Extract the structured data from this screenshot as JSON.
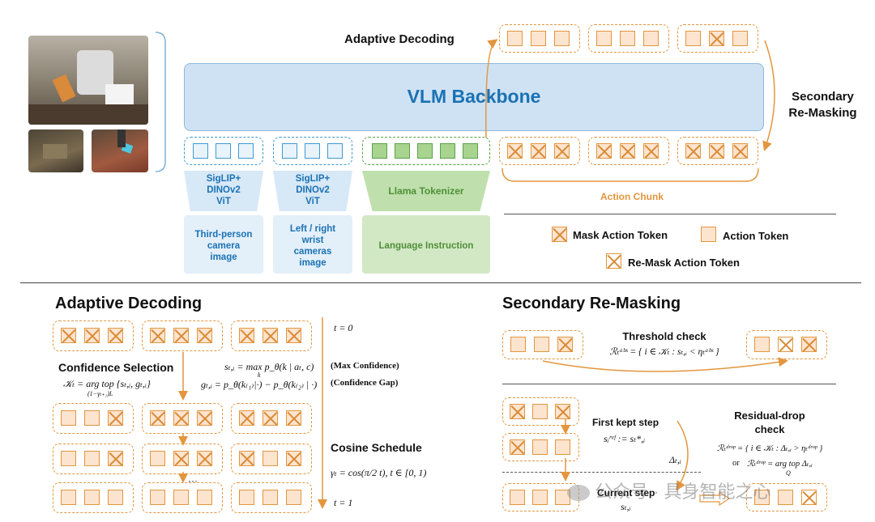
{
  "top": {
    "adaptive_decoding_label": "Adaptive Decoding",
    "vlm_backbone": "VLM Backbone",
    "secondary_remasking_line1": "Secondary",
    "secondary_remasking_line2": "Re-Masking",
    "action_chunk": "Action Chunk",
    "encoder_1": [
      "SigLIP+",
      "DINOv2",
      "ViT"
    ],
    "encoder_2": [
      "SigLIP+",
      "DINOv2",
      "ViT"
    ],
    "tokenizer": "Llama Tokenizer",
    "input_1": [
      "Third-person",
      "camera",
      "image"
    ],
    "input_2": [
      "Left / right",
      "wrist",
      "cameras",
      "image"
    ],
    "input_3": "Language Instruction",
    "legend": {
      "mask": "Mask Action Token",
      "action": "Action Token",
      "remask": "Re-Mask Action Token"
    }
  },
  "adaptive": {
    "title": "Adaptive Decoding",
    "t0": "t = 0",
    "t1": "t = 1",
    "confidence_selection": "Confidence Selection",
    "k_formula": "𝒦ₜ = arg top {sₜ,ᵢ, gₜ,ᵢ}",
    "k_sub": "(1−γₜ₊₁)L",
    "s_formula": "sₜ,ᵢ = max p_θ(k | aₜ, c)",
    "s_sub": "k",
    "g_formula": "gₜ,ᵢ = p_θ(k₍₁₎|·) − p_θ(k₍₂₎ | ·)",
    "max_conf": "(Max Confidence)",
    "conf_gap": "(Confidence Gap)",
    "cosine": "Cosine Schedule",
    "gamma_formula": "γₜ = cos(π/2 t),  t ∈ [0, 1)",
    "dots": "···"
  },
  "secondary": {
    "title": "Secondary Re-Masking",
    "threshold": "Threshold check",
    "threshold_formula": "ℛₜᵃᵇˢ = { i ∈ 𝒦ₜ : sₜ,ᵢ < ηₜᵃᵇˢ }",
    "first_kept": "First kept step",
    "sref_formula": "sᵢʳᵉᶠ := sₜ*,ᵢ",
    "delta": "Δₜ,ᵢ",
    "current_step": "Current step",
    "s_ti": "sₜ,ᵢ",
    "residual_line1": "Residual-drop",
    "residual_line2": "check",
    "rdrop_formula": "ℛₜᵈʳᵒᵖ = { i ∈ 𝒦ₜ : Δₜ,ᵢ > ηₜᵈʳᵒᵖ }",
    "or": "or",
    "rdrop2_formula": "ℛₜᵈʳᵒᵖ = arg top Δₜ,ᵢ",
    "rdrop2_sub": "Q"
  },
  "watermark": "公众号 · 具身智能之心",
  "colors": {
    "orange": "#e3963e",
    "blue": "#1a72b4",
    "green_text": "#4f8f3a",
    "backbone_fill": "#cfe2f3"
  }
}
